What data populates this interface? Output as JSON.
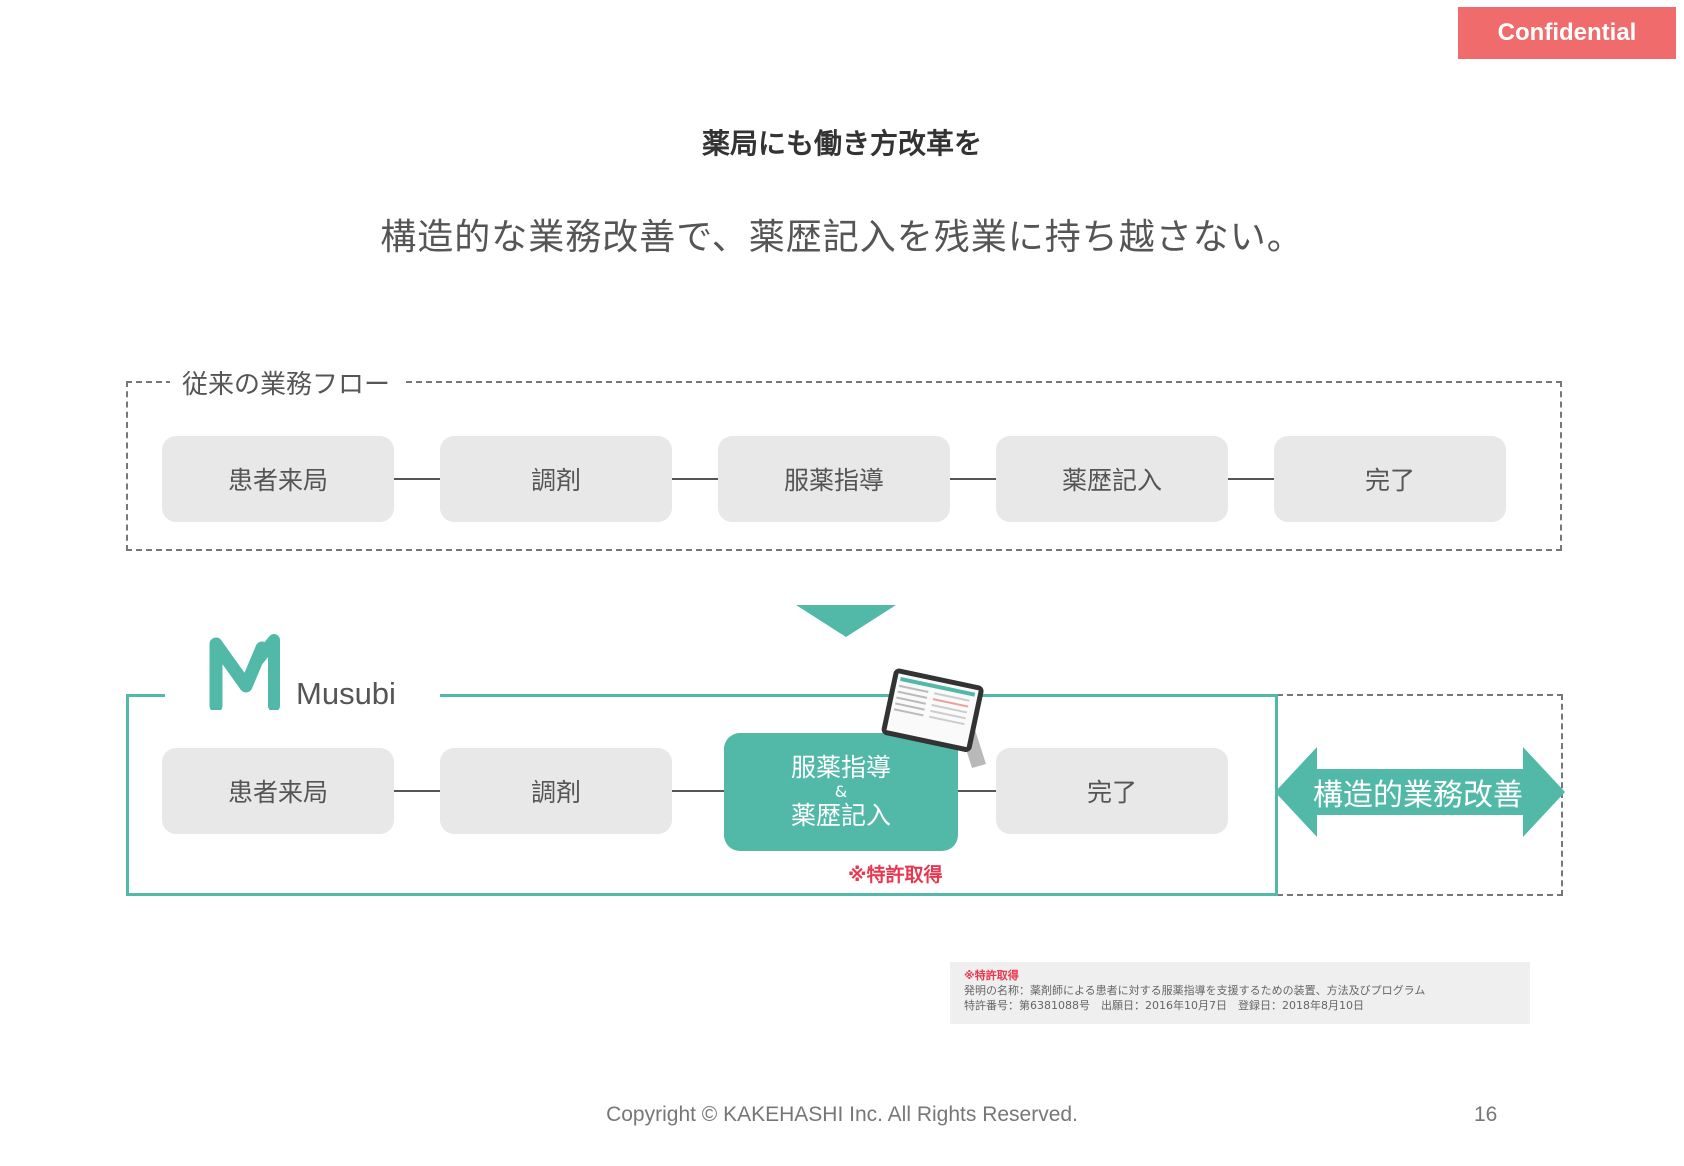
{
  "badge": "Confidential",
  "title": "薬局にも働き方改革を",
  "subtitle": "構造的な業務改善で、薬歴記入を残業に持ち越さない。",
  "legacy": {
    "label": "従来の業務フロー",
    "steps": [
      "患者来局",
      "調剤",
      "服薬指導",
      "薬歴記入",
      "完了"
    ]
  },
  "musubi": {
    "logo_text": "Musubi",
    "steps": [
      "患者来局",
      "調剤",
      "完了"
    ],
    "highlight_line1": "服薬指導",
    "highlight_amp": "&",
    "highlight_line2": "薬歴記入",
    "patent_mark": "※特許取得",
    "arrow_label": "構造的業務改善"
  },
  "note": {
    "title": "※特許取得",
    "line1": "発明の名称：薬剤師による患者に対する服薬指導を支援するための装置、方法及びプログラム",
    "line2": "特許番号：第6381088号　出願日：2016年10月7日　登録日：2018年8月10日"
  },
  "footer": "Copyright © KAKEHASHI Inc. All Rights Reserved.",
  "page_number": "16",
  "colors": {
    "accent": "#52b9a8",
    "badge": "#f06b6b",
    "patent": "#e8384f"
  }
}
